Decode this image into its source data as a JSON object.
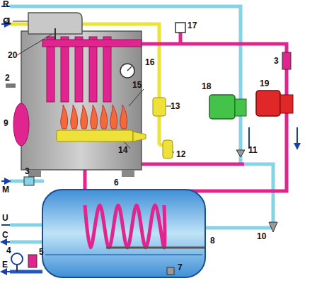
{
  "diagram": {
    "labels": [
      "R",
      "G",
      "1",
      "17",
      "3",
      "20",
      "2",
      "16",
      "18",
      "19",
      "15",
      "9",
      "13",
      "14",
      "12",
      "11",
      "3",
      "M",
      "6",
      "10",
      "U",
      "C",
      "8",
      "4",
      "5",
      "E",
      "7"
    ]
  }
}
